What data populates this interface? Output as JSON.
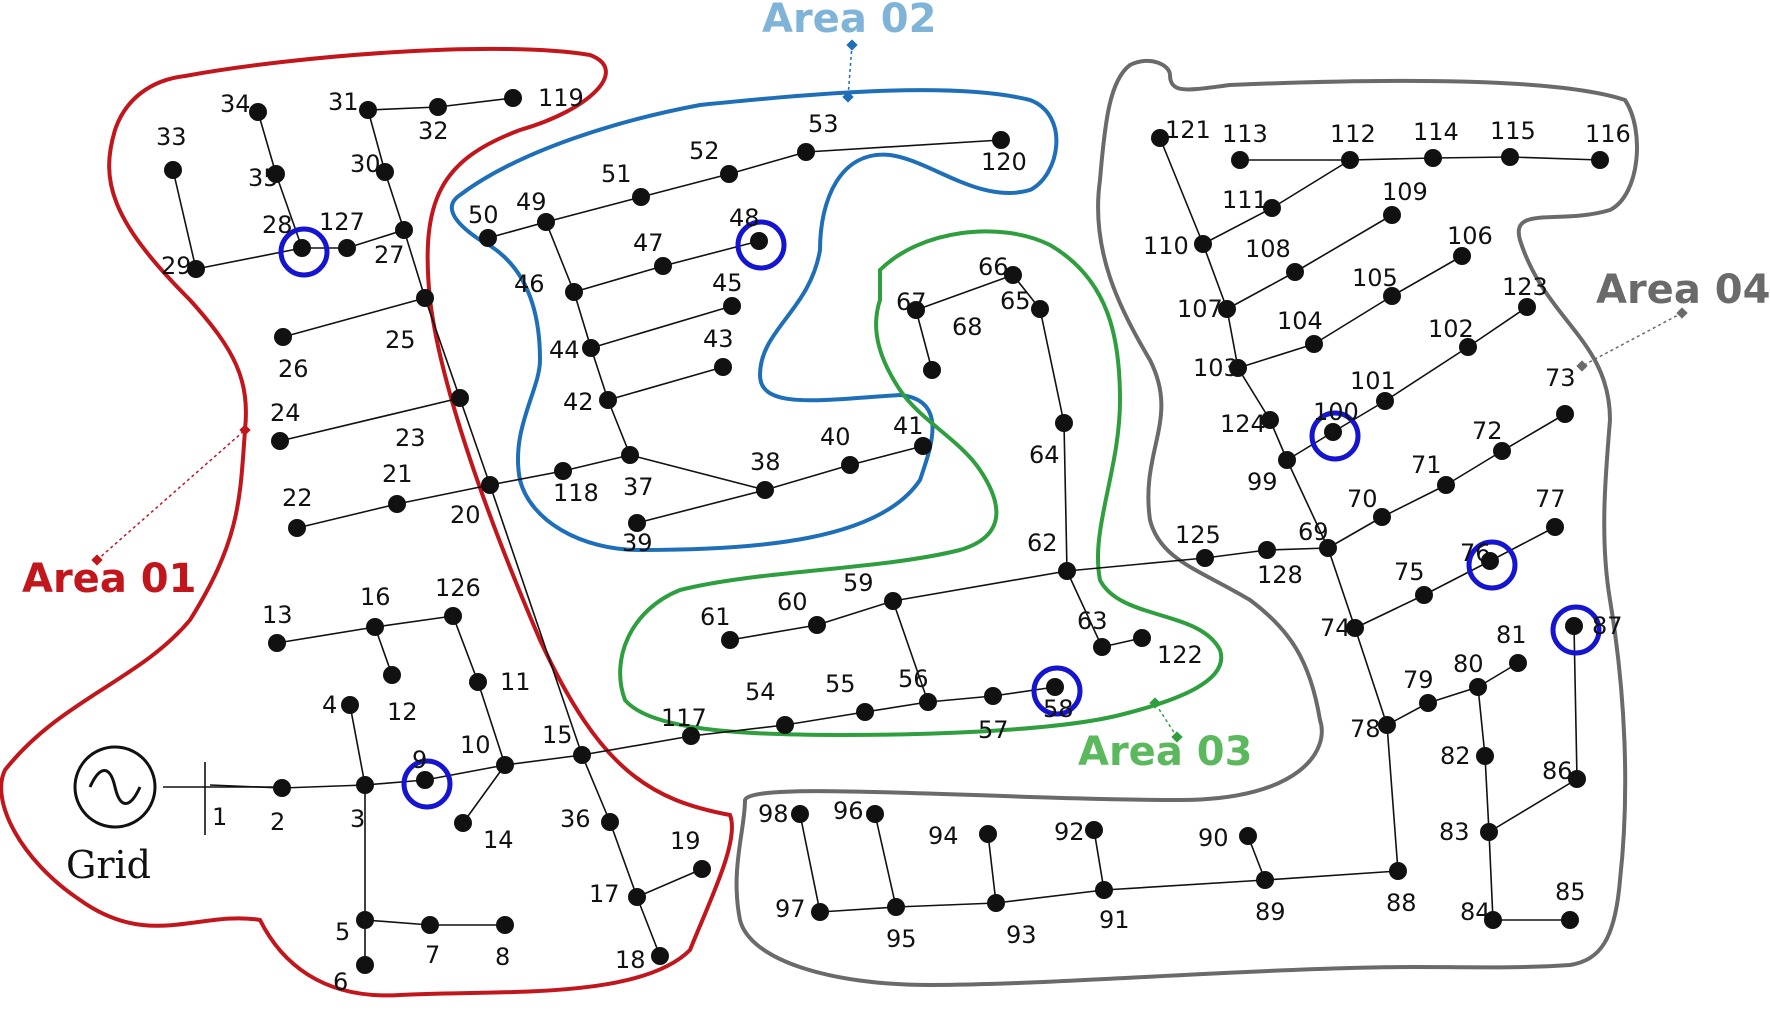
{
  "areas": [
    {
      "id": "a1",
      "label": "Area 01",
      "color": "#c0161c"
    },
    {
      "id": "a2",
      "label": "Area 02",
      "color": "#7fb4d8",
      "stroke": "#1e6fb8"
    },
    {
      "id": "a3",
      "label": "Area 03",
      "color": "#5cb85c",
      "stroke": "#2e9e3e"
    },
    {
      "id": "a4",
      "label": "Area 04",
      "color": "#6a6a6a"
    }
  ],
  "grid": {
    "label": "Grid"
  },
  "highlight_color": "#1515d0",
  "nodes": [
    {
      "id": "1",
      "label": "1"
    },
    {
      "id": "2",
      "label": "2"
    },
    {
      "id": "3",
      "label": "3"
    },
    {
      "id": "4",
      "label": "4"
    },
    {
      "id": "5",
      "label": "5"
    },
    {
      "id": "6",
      "label": "6"
    },
    {
      "id": "7",
      "label": "7"
    },
    {
      "id": "8",
      "label": "8"
    },
    {
      "id": "9",
      "label": "9"
    },
    {
      "id": "10",
      "label": "10"
    },
    {
      "id": "11",
      "label": "11"
    },
    {
      "id": "12",
      "label": "12"
    },
    {
      "id": "13",
      "label": "13"
    },
    {
      "id": "14",
      "label": "14"
    },
    {
      "id": "15",
      "label": "15"
    },
    {
      "id": "16",
      "label": "16"
    },
    {
      "id": "17",
      "label": "17"
    },
    {
      "id": "18",
      "label": "18"
    },
    {
      "id": "19",
      "label": "19"
    },
    {
      "id": "20",
      "label": "20"
    },
    {
      "id": "21",
      "label": "21"
    },
    {
      "id": "22",
      "label": "22"
    },
    {
      "id": "23",
      "label": "23"
    },
    {
      "id": "24",
      "label": "24"
    },
    {
      "id": "25",
      "label": "25"
    },
    {
      "id": "26",
      "label": "26"
    },
    {
      "id": "27",
      "label": "27"
    },
    {
      "id": "28",
      "label": "28"
    },
    {
      "id": "29",
      "label": "29"
    },
    {
      "id": "30",
      "label": "30"
    },
    {
      "id": "31",
      "label": "31"
    },
    {
      "id": "32",
      "label": "32"
    },
    {
      "id": "33",
      "label": "33"
    },
    {
      "id": "34",
      "label": "34"
    },
    {
      "id": "35",
      "label": "35"
    },
    {
      "id": "36",
      "label": "36"
    },
    {
      "id": "37",
      "label": "37"
    },
    {
      "id": "38",
      "label": "38"
    },
    {
      "id": "39",
      "label": "39"
    },
    {
      "id": "40",
      "label": "40"
    },
    {
      "id": "41",
      "label": "41"
    },
    {
      "id": "42",
      "label": "42"
    },
    {
      "id": "43",
      "label": "43"
    },
    {
      "id": "44",
      "label": "44"
    },
    {
      "id": "45",
      "label": "45"
    },
    {
      "id": "46",
      "label": "46"
    },
    {
      "id": "47",
      "label": "47"
    },
    {
      "id": "48",
      "label": "48"
    },
    {
      "id": "49",
      "label": "49"
    },
    {
      "id": "50",
      "label": "50"
    },
    {
      "id": "51",
      "label": "51"
    },
    {
      "id": "52",
      "label": "52"
    },
    {
      "id": "53",
      "label": "53"
    },
    {
      "id": "54",
      "label": "54"
    },
    {
      "id": "55",
      "label": "55"
    },
    {
      "id": "56",
      "label": "56"
    },
    {
      "id": "57",
      "label": "57"
    },
    {
      "id": "58",
      "label": "58"
    },
    {
      "id": "59",
      "label": "59"
    },
    {
      "id": "60",
      "label": "60"
    },
    {
      "id": "61",
      "label": "61"
    },
    {
      "id": "62",
      "label": "62"
    },
    {
      "id": "63",
      "label": "63"
    },
    {
      "id": "64",
      "label": "64"
    },
    {
      "id": "65",
      "label": "65"
    },
    {
      "id": "66",
      "label": "66"
    },
    {
      "id": "67",
      "label": "67"
    },
    {
      "id": "68",
      "label": "68"
    },
    {
      "id": "69",
      "label": "69"
    },
    {
      "id": "70",
      "label": "70"
    },
    {
      "id": "71",
      "label": "71"
    },
    {
      "id": "72",
      "label": "72"
    },
    {
      "id": "73",
      "label": "73"
    },
    {
      "id": "74",
      "label": "74"
    },
    {
      "id": "75",
      "label": "75"
    },
    {
      "id": "76",
      "label": "76"
    },
    {
      "id": "77",
      "label": "77"
    },
    {
      "id": "78",
      "label": "78"
    },
    {
      "id": "79",
      "label": "79"
    },
    {
      "id": "80",
      "label": "80"
    },
    {
      "id": "81",
      "label": "81"
    },
    {
      "id": "82",
      "label": "82"
    },
    {
      "id": "83",
      "label": "83"
    },
    {
      "id": "84",
      "label": "84"
    },
    {
      "id": "85",
      "label": "85"
    },
    {
      "id": "86",
      "label": "86"
    },
    {
      "id": "87",
      "label": "87"
    },
    {
      "id": "88",
      "label": "88"
    },
    {
      "id": "89",
      "label": "89"
    },
    {
      "id": "90",
      "label": "90"
    },
    {
      "id": "91",
      "label": "91"
    },
    {
      "id": "92",
      "label": "92"
    },
    {
      "id": "93",
      "label": "93"
    },
    {
      "id": "94",
      "label": "94"
    },
    {
      "id": "95",
      "label": "95"
    },
    {
      "id": "96",
      "label": "96"
    },
    {
      "id": "97",
      "label": "97"
    },
    {
      "id": "98",
      "label": "98"
    },
    {
      "id": "99",
      "label": "99"
    },
    {
      "id": "100",
      "label": "100"
    },
    {
      "id": "101",
      "label": "101"
    },
    {
      "id": "102",
      "label": "102"
    },
    {
      "id": "103",
      "label": "103"
    },
    {
      "id": "104",
      "label": "104"
    },
    {
      "id": "105",
      "label": "105"
    },
    {
      "id": "106",
      "label": "106"
    },
    {
      "id": "107",
      "label": "107"
    },
    {
      "id": "108",
      "label": "108"
    },
    {
      "id": "109",
      "label": "109"
    },
    {
      "id": "110",
      "label": "110"
    },
    {
      "id": "111",
      "label": "111"
    },
    {
      "id": "112",
      "label": "112"
    },
    {
      "id": "113",
      "label": "113"
    },
    {
      "id": "114",
      "label": "114"
    },
    {
      "id": "115",
      "label": "115"
    },
    {
      "id": "116",
      "label": "116"
    },
    {
      "id": "117",
      "label": "117"
    },
    {
      "id": "118",
      "label": "118"
    },
    {
      "id": "119",
      "label": "119"
    },
    {
      "id": "120",
      "label": "120"
    },
    {
      "id": "121",
      "label": "121"
    },
    {
      "id": "122",
      "label": "122"
    },
    {
      "id": "123",
      "label": "123"
    },
    {
      "id": "124",
      "label": "124"
    },
    {
      "id": "125",
      "label": "125"
    },
    {
      "id": "126",
      "label": "126"
    },
    {
      "id": "127",
      "label": "127"
    },
    {
      "id": "128",
      "label": "128"
    }
  ],
  "edges": [
    [
      "1",
      "2"
    ],
    [
      "2",
      "3"
    ],
    [
      "3",
      "4"
    ],
    [
      "3",
      "5"
    ],
    [
      "5",
      "6"
    ],
    [
      "5",
      "7"
    ],
    [
      "7",
      "8"
    ],
    [
      "3",
      "9"
    ],
    [
      "9",
      "10"
    ],
    [
      "10",
      "11"
    ],
    [
      "11",
      "126"
    ],
    [
      "126",
      "16"
    ],
    [
      "16",
      "13"
    ],
    [
      "16",
      "12"
    ],
    [
      "10",
      "14"
    ],
    [
      "10",
      "15"
    ],
    [
      "15",
      "20"
    ],
    [
      "20",
      "25"
    ],
    [
      "25",
      "27"
    ],
    [
      "27",
      "30"
    ],
    [
      "30",
      "31"
    ],
    [
      "31",
      "32"
    ],
    [
      "32",
      "119"
    ],
    [
      "27",
      "127"
    ],
    [
      "127",
      "28"
    ],
    [
      "28",
      "29"
    ],
    [
      "29",
      "33"
    ],
    [
      "28",
      "35"
    ],
    [
      "35",
      "34"
    ],
    [
      "25",
      "26"
    ],
    [
      "23",
      "24"
    ],
    [
      "20",
      "21"
    ],
    [
      "21",
      "22"
    ],
    [
      "20",
      "118"
    ],
    [
      "15",
      "36"
    ],
    [
      "36",
      "17"
    ],
    [
      "17",
      "18"
    ],
    [
      "17",
      "19"
    ],
    [
      "15",
      "117"
    ],
    [
      "117",
      "54"
    ],
    [
      "54",
      "55"
    ],
    [
      "55",
      "56"
    ],
    [
      "56",
      "57"
    ],
    [
      "57",
      "58"
    ],
    [
      "56",
      "59"
    ],
    [
      "59",
      "60"
    ],
    [
      "60",
      "61"
    ],
    [
      "59",
      "62"
    ],
    [
      "62",
      "63"
    ],
    [
      "63",
      "122"
    ],
    [
      "62",
      "64"
    ],
    [
      "64",
      "65"
    ],
    [
      "65",
      "66"
    ],
    [
      "66",
      "67"
    ],
    [
      "67",
      "68"
    ],
    [
      "62",
      "125"
    ],
    [
      "125",
      "128"
    ],
    [
      "128",
      "69"
    ],
    [
      "118",
      "37"
    ],
    [
      "37",
      "38"
    ],
    [
      "38",
      "40"
    ],
    [
      "40",
      "41"
    ],
    [
      "38",
      "39"
    ],
    [
      "37",
      "42"
    ],
    [
      "42",
      "43"
    ],
    [
      "42",
      "44"
    ],
    [
      "44",
      "45"
    ],
    [
      "44",
      "46"
    ],
    [
      "46",
      "47"
    ],
    [
      "47",
      "48"
    ],
    [
      "46",
      "49"
    ],
    [
      "49",
      "50"
    ],
    [
      "49",
      "51"
    ],
    [
      "51",
      "52"
    ],
    [
      "52",
      "53"
    ],
    [
      "53",
      "120"
    ],
    [
      "69",
      "99"
    ],
    [
      "99",
      "124"
    ],
    [
      "124",
      "103"
    ],
    [
      "103",
      "107"
    ],
    [
      "107",
      "110"
    ],
    [
      "110",
      "121"
    ],
    [
      "110",
      "111"
    ],
    [
      "111",
      "112"
    ],
    [
      "113",
      "112"
    ],
    [
      "112",
      "114"
    ],
    [
      "114",
      "115"
    ],
    [
      "115",
      "116"
    ],
    [
      "107",
      "108"
    ],
    [
      "108",
      "109"
    ],
    [
      "103",
      "104"
    ],
    [
      "104",
      "105"
    ],
    [
      "105",
      "106"
    ],
    [
      "99",
      "100"
    ],
    [
      "100",
      "101"
    ],
    [
      "101",
      "102"
    ],
    [
      "102",
      "123"
    ],
    [
      "69",
      "70"
    ],
    [
      "70",
      "71"
    ],
    [
      "71",
      "72"
    ],
    [
      "72",
      "73"
    ],
    [
      "69",
      "74"
    ],
    [
      "74",
      "75"
    ],
    [
      "75",
      "76"
    ],
    [
      "76",
      "77"
    ],
    [
      "74",
      "78"
    ],
    [
      "78",
      "79"
    ],
    [
      "79",
      "80"
    ],
    [
      "80",
      "81"
    ],
    [
      "80",
      "82"
    ],
    [
      "82",
      "83"
    ],
    [
      "83",
      "84"
    ],
    [
      "84",
      "85"
    ],
    [
      "83",
      "86"
    ],
    [
      "86",
      "87"
    ],
    [
      "78",
      "88"
    ],
    [
      "88",
      "89"
    ],
    [
      "89",
      "90"
    ],
    [
      "89",
      "91"
    ],
    [
      "91",
      "92"
    ],
    [
      "91",
      "93"
    ],
    [
      "93",
      "94"
    ],
    [
      "93",
      "95"
    ],
    [
      "95",
      "96"
    ],
    [
      "95",
      "97"
    ],
    [
      "97",
      "98"
    ]
  ],
  "highlighted_nodes": [
    "28",
    "9",
    "48",
    "58",
    "100",
    "76",
    "87"
  ]
}
